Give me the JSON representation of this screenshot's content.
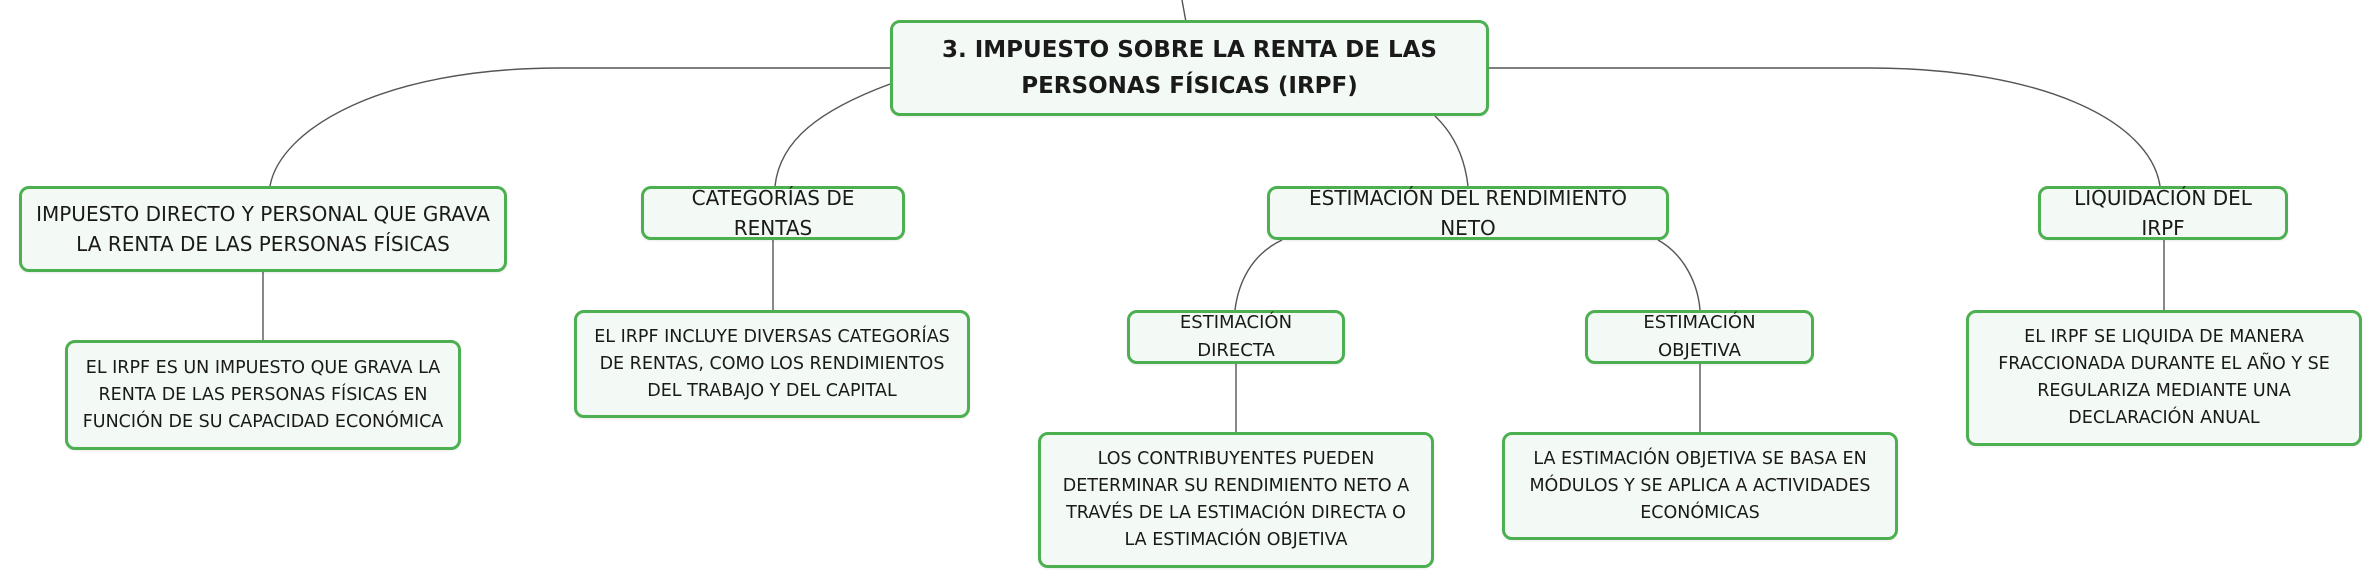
{
  "mindmap": {
    "root": {
      "label": "3. IMPUESTO SOBRE LA RENTA DE LAS PERSONAS FÍSICAS (IRPF)"
    },
    "branches": [
      {
        "label": "IMPUESTO DIRECTO Y PERSONAL QUE GRAVA LA RENTA DE LAS PERSONAS FÍSICAS",
        "detail": "EL IRPF ES UN IMPUESTO QUE GRAVA LA RENTA DE LAS PERSONAS FÍSICAS EN FUNCIÓN DE SU CAPACIDAD ECONÓMICA"
      },
      {
        "label": "CATEGORÍAS DE RENTAS",
        "detail": "EL IRPF INCLUYE DIVERSAS CATEGORÍAS DE RENTAS, COMO LOS RENDIMIENTOS DEL TRABAJO Y DEL CAPITAL"
      },
      {
        "label": "ESTIMACIÓN DEL RENDIMIENTO NETO",
        "children": [
          {
            "label": "ESTIMACIÓN DIRECTA",
            "detail": "LOS CONTRIBUYENTES PUEDEN DETERMINAR SU RENDIMIENTO NETO A TRAVÉS DE LA ESTIMACIÓN DIRECTA O LA ESTIMACIÓN OBJETIVA"
          },
          {
            "label": "ESTIMACIÓN OBJETIVA",
            "detail": "LA ESTIMACIÓN OBJETIVA SE BASA EN MÓDULOS Y SE APLICA A ACTIVIDADES ECONÓMICAS"
          }
        ]
      },
      {
        "label": "LIQUIDACIÓN DEL IRPF",
        "detail": "EL IRPF SE LIQUIDA DE MANERA FRACCIONADA DURANTE EL AÑO Y SE REGULARIZA MEDIANTE UNA DECLARACIÓN ANUAL"
      }
    ]
  },
  "colors": {
    "node_border": "#4caf50",
    "node_fill": "#f3f9f4",
    "connector": "#555555",
    "text": "#1a1a1a"
  }
}
